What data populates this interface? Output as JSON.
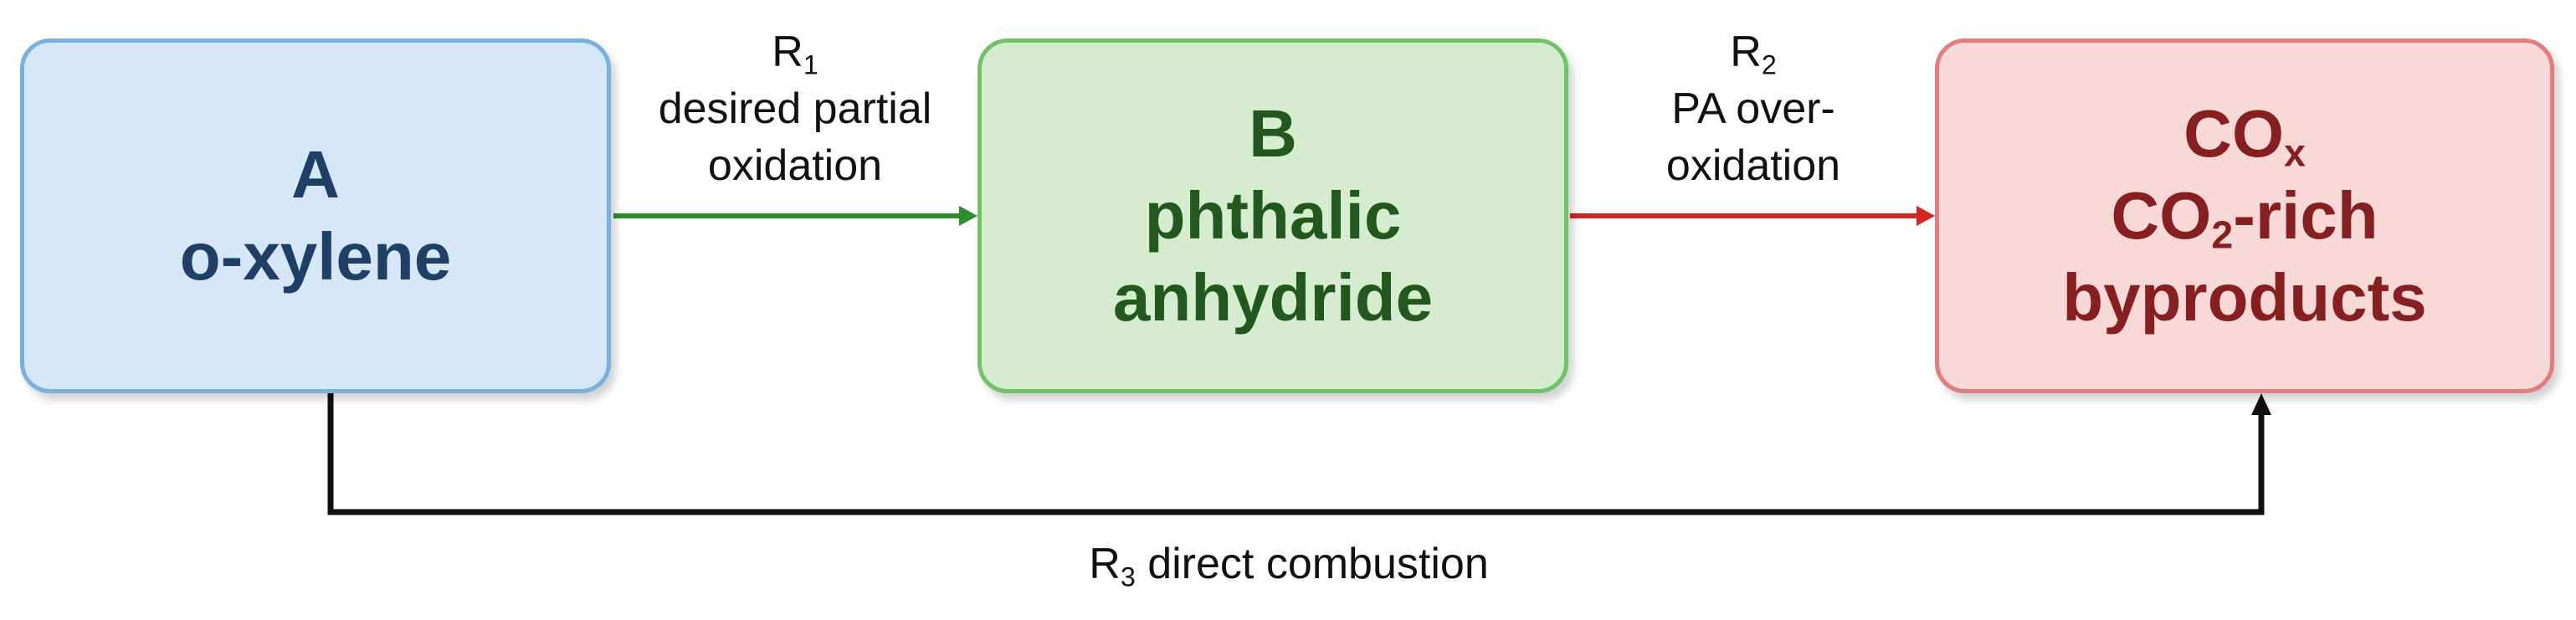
{
  "diagram": {
    "nodes": {
      "a": {
        "code": "A",
        "name": "o-xylene"
      },
      "b": {
        "code": "B",
        "name_line1": "phthalic",
        "name_line2": "anhydride"
      },
      "c": {
        "code": "CO",
        "code_sub": "x",
        "line2_pre": "CO",
        "line2_sub": "2",
        "line2_post": "-rich",
        "line3": "byproducts"
      }
    },
    "edges": {
      "r1": {
        "symbol": "R",
        "sub": "1",
        "desc_line1": "desired partial",
        "desc_line2": "oxidation"
      },
      "r2": {
        "symbol": "R",
        "sub": "2",
        "desc_line1": "PA over-",
        "desc_line2": "oxidation"
      },
      "r3": {
        "symbol": "R",
        "sub": "3",
        "desc": " direct combustion"
      }
    }
  },
  "colors": {
    "r1_arrow": "#2e8b2e",
    "r2_arrow": "#d42424",
    "r3_arrow": "#111111"
  }
}
